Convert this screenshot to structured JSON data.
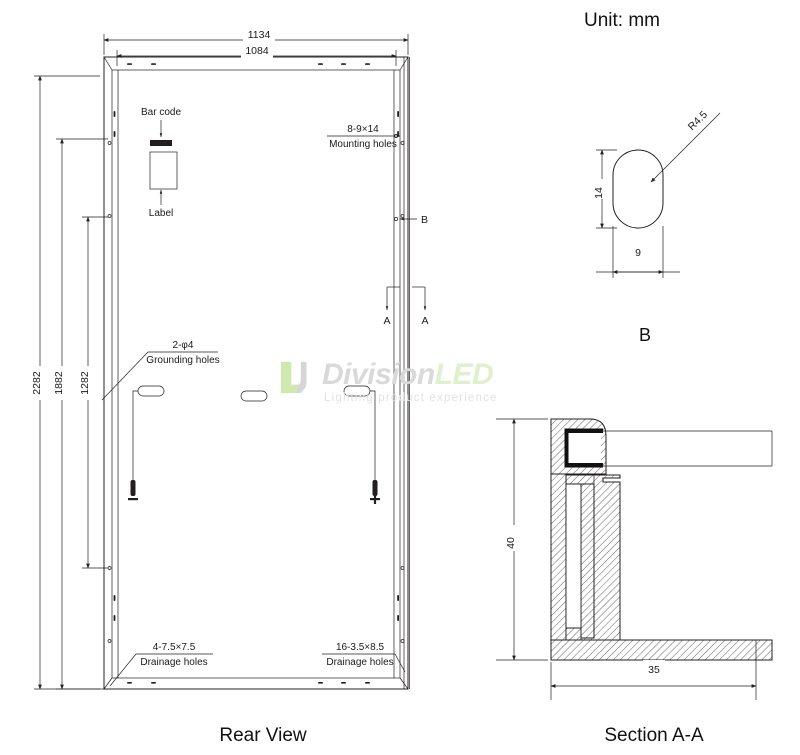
{
  "sheet": {
    "unit_note": "Unit: mm",
    "background_color": "#ffffff",
    "line_color": "#231f20"
  },
  "watermark": {
    "brand_primary": "Division",
    "brand_accent": "LED",
    "tagline": "Lighting product experience",
    "primary_color": "#d9d9d9",
    "accent_color": "#dff0cd",
    "tagline_color": "#e2e2e2"
  },
  "rear_view": {
    "title": "Rear View",
    "dimensions": {
      "overall_width": "1134",
      "mounting_width": "1084",
      "overall_height": "2282",
      "mid_height": "1882",
      "inner_height": "1282"
    },
    "callouts": [
      {
        "id": "bar-code",
        "label": "Bar code"
      },
      {
        "id": "label",
        "label": "Label"
      },
      {
        "id": "mounting-holes",
        "spec": "8-9×14",
        "label": "Mounting holes"
      },
      {
        "id": "grounding-holes",
        "spec": "2-φ4",
        "label": "Grounding holes"
      },
      {
        "id": "drainage-holes-left",
        "spec": "4-7.5×7.5",
        "label": "Drainage holes"
      },
      {
        "id": "drainage-holes-right",
        "spec": "16-3.5×8.5",
        "label": "Drainage holes"
      }
    ],
    "section_marks": [
      {
        "id": "section-a-left",
        "label": "A"
      },
      {
        "id": "section-a-right",
        "label": "A"
      }
    ],
    "detail_mark": {
      "id": "detail-b",
      "label": "B"
    }
  },
  "detail_b": {
    "title": "B",
    "slot_height": "14",
    "slot_width": "9",
    "corner_radius": "R4.5"
  },
  "section_aa": {
    "title": "Section A-A",
    "frame_height": "40",
    "frame_width": "35"
  }
}
